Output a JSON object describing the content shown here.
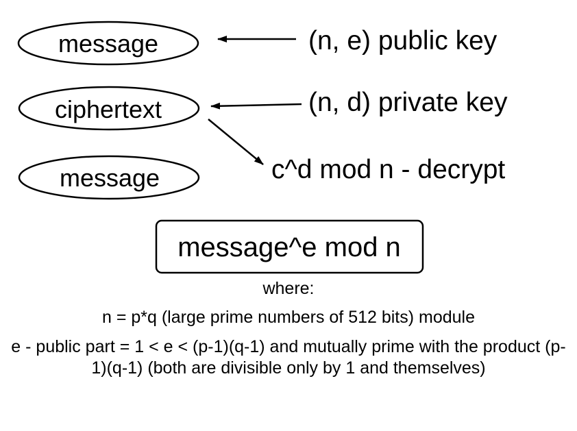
{
  "nodes": {
    "message_top": "message",
    "ciphertext": "ciphertext",
    "message_bottom": "message"
  },
  "labels": {
    "public_key": "(n, e) public key",
    "private_key": "(n, d) private key",
    "decrypt": "c^d mod n - decrypt"
  },
  "formula_box": "message^e mod n",
  "notes": {
    "where": "where:",
    "n_definition": "n = p*q (large prime numbers of 512 bits) module",
    "e_definition": "e - public part = 1 < e < (p-1)(q-1) and mutually prime with the product (p-1)(q-1) (both are divisible only by 1 and themselves)"
  },
  "colors": {
    "stroke": "#000000",
    "background": "#ffffff",
    "text": "#000000"
  }
}
